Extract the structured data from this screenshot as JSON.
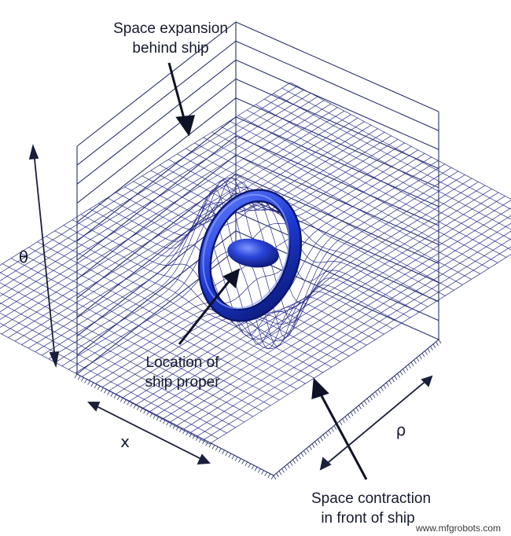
{
  "annotations": {
    "expansion": [
      "Space expansion",
      "behind ship"
    ],
    "ship": [
      "Location of",
      "ship proper"
    ],
    "contraction": [
      "Space contraction",
      "in front of ship"
    ]
  },
  "axes": {
    "vertical": "θ",
    "left": "x",
    "right": "ρ"
  },
  "watermark": "www.mfgrobots.com",
  "colors": {
    "mesh": "#2a2f8a",
    "frame": "#27306e",
    "ring_light": "#6f8cff",
    "ring_mid": "#1d3bd6",
    "ring_dark": "#0a1a7a",
    "text": "#161a2e"
  },
  "icons": {
    "ship": "warp-ship-icon"
  }
}
